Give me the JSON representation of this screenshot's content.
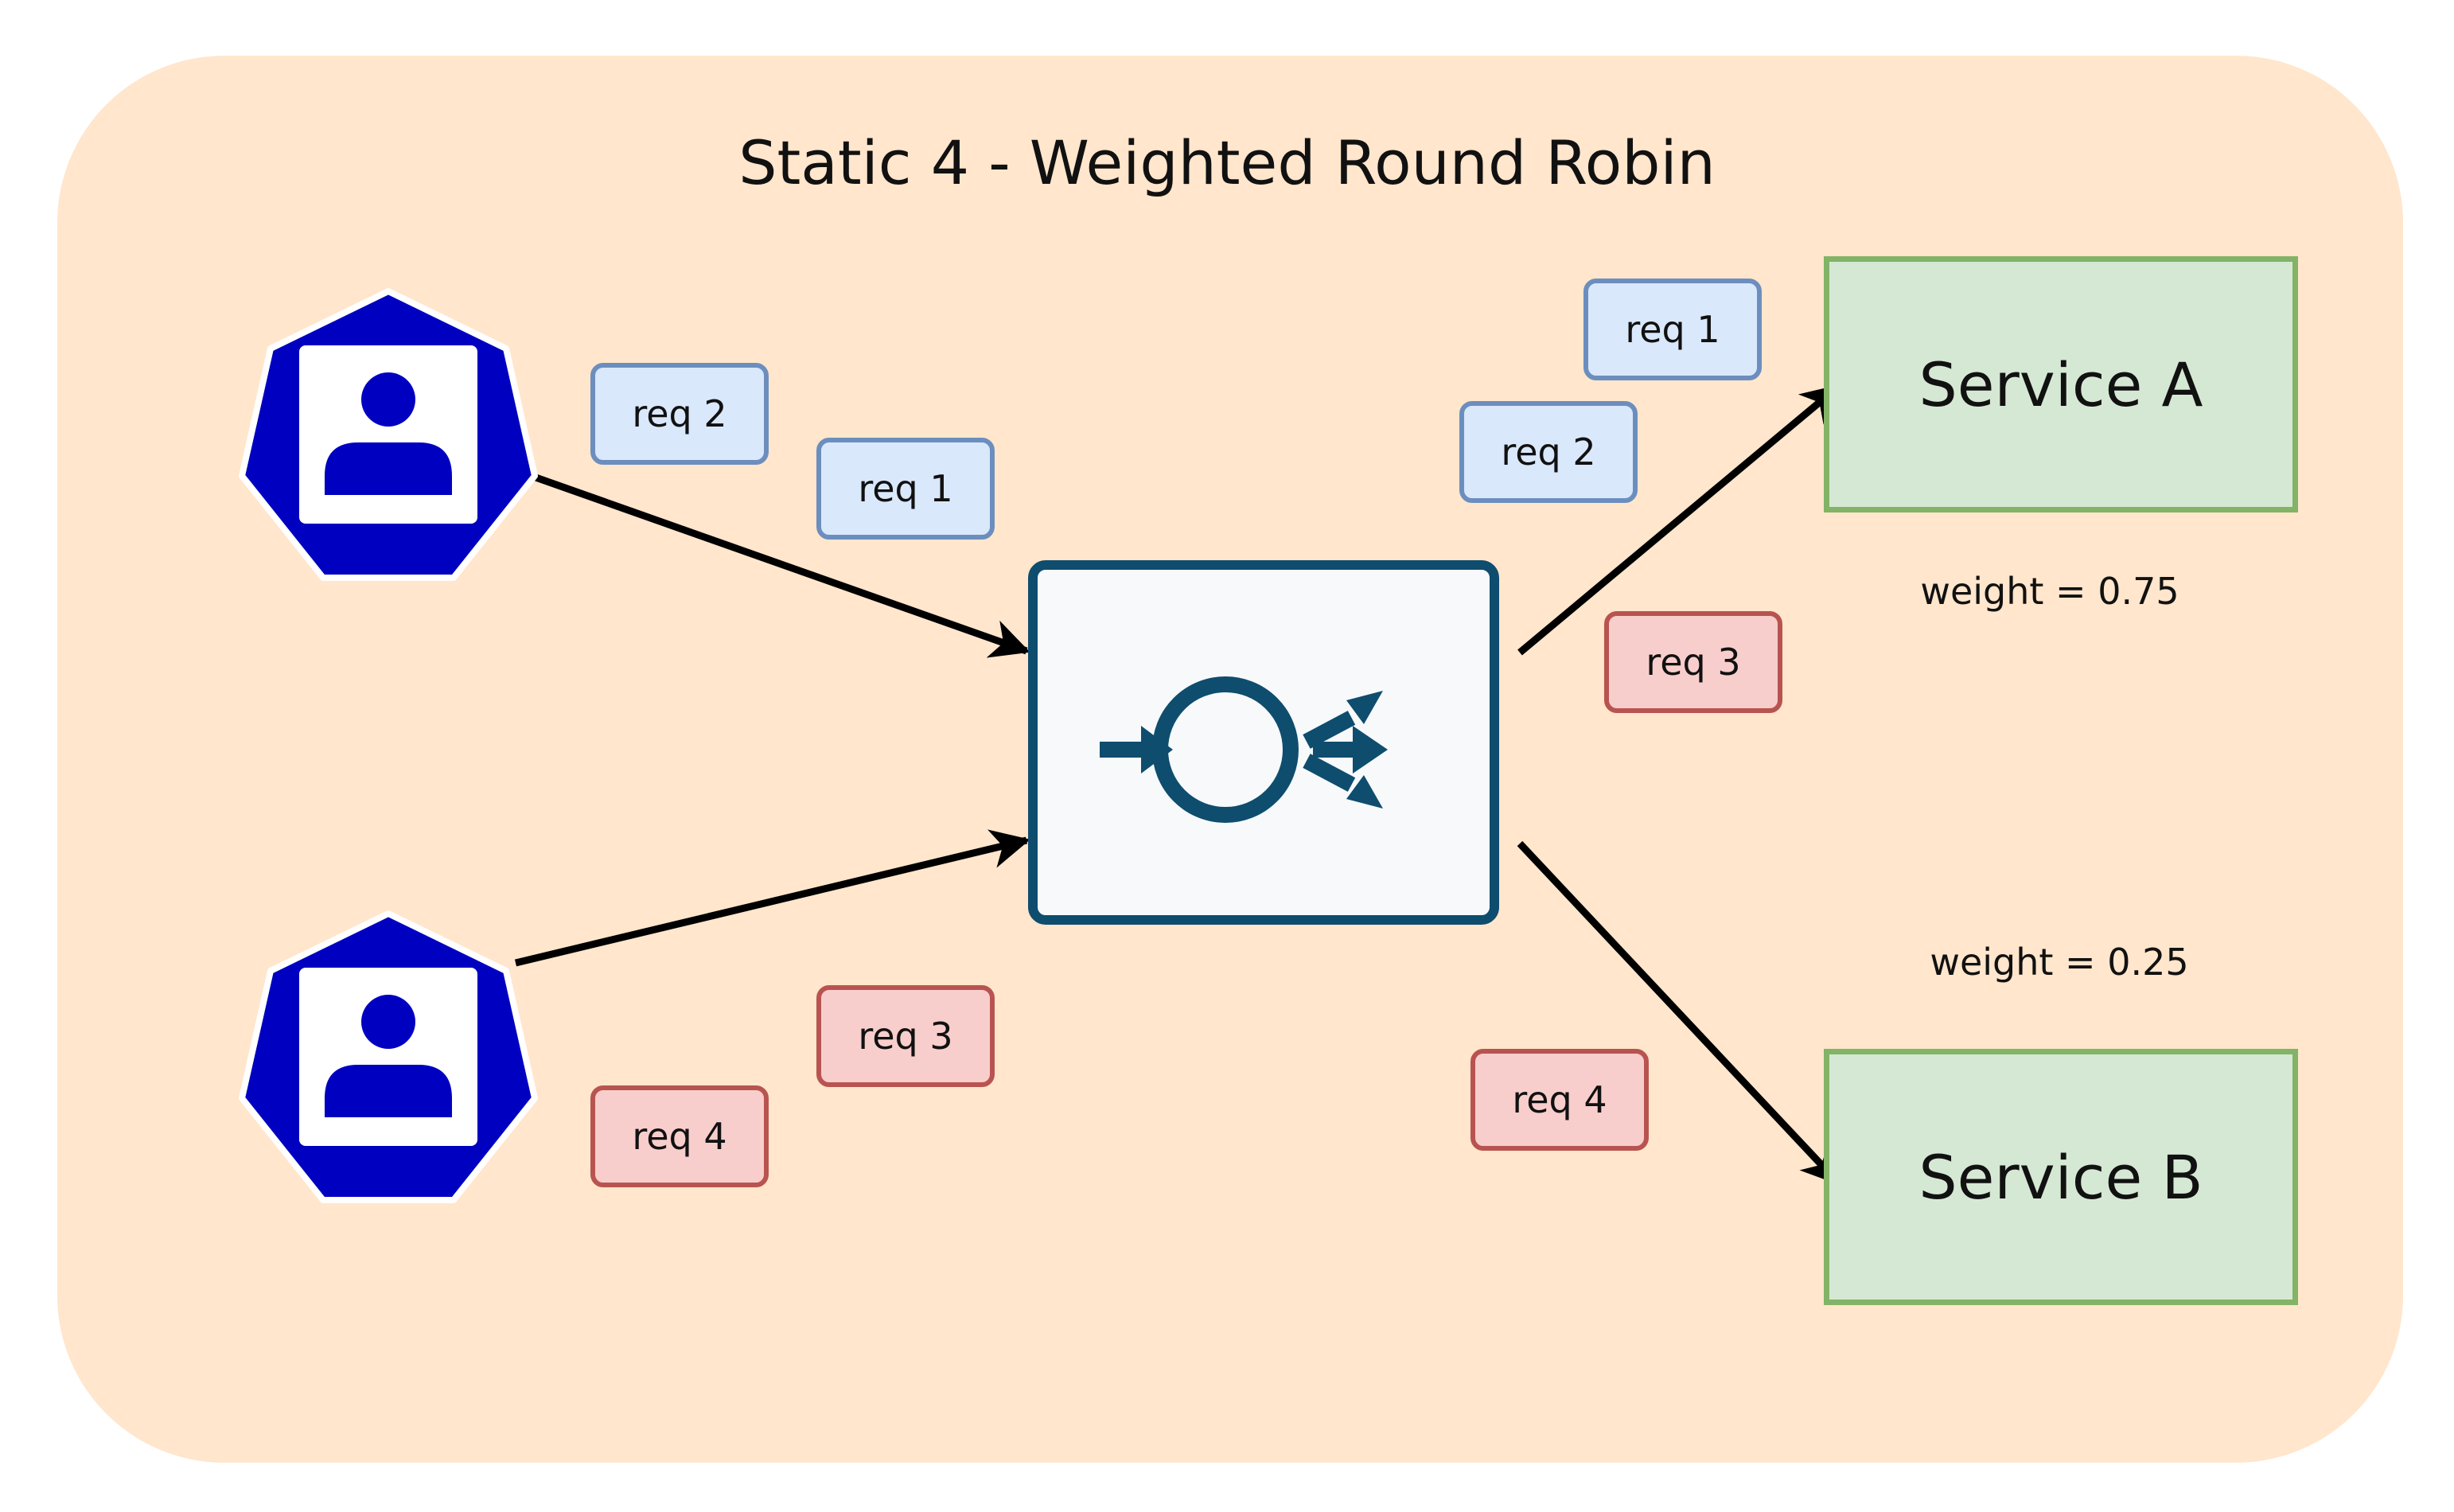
{
  "title": "Static 4 - Weighted Round Robin",
  "icons": {
    "client": "user-icon",
    "load_balancer": "load-balancer-icon"
  },
  "colors": {
    "panel_bg": "#ffe6cc",
    "user_icon": "#0000c0",
    "load_balancer_border": "#0e4d6e",
    "request_group_1_fill": "#dae8fc",
    "request_group_1_border": "#6c8ebf",
    "request_group_2_fill": "#f8cecc",
    "request_group_2_border": "#b85450",
    "service_fill": "#d5e8d4",
    "service_border": "#82b366"
  },
  "requests": {
    "client1_req2": "req 2",
    "client1_req1": "req 1",
    "client2_req3": "req 3",
    "client2_req4": "req 4",
    "to_a_req1": "req 1",
    "to_a_req2": "req 2",
    "to_a_req3": "req 3",
    "to_b_req4": "req 4"
  },
  "services": {
    "a": {
      "label": "Service A",
      "weight": "weight = 0.75"
    },
    "b": {
      "label": "Service B",
      "weight": "weight = 0.25"
    }
  }
}
